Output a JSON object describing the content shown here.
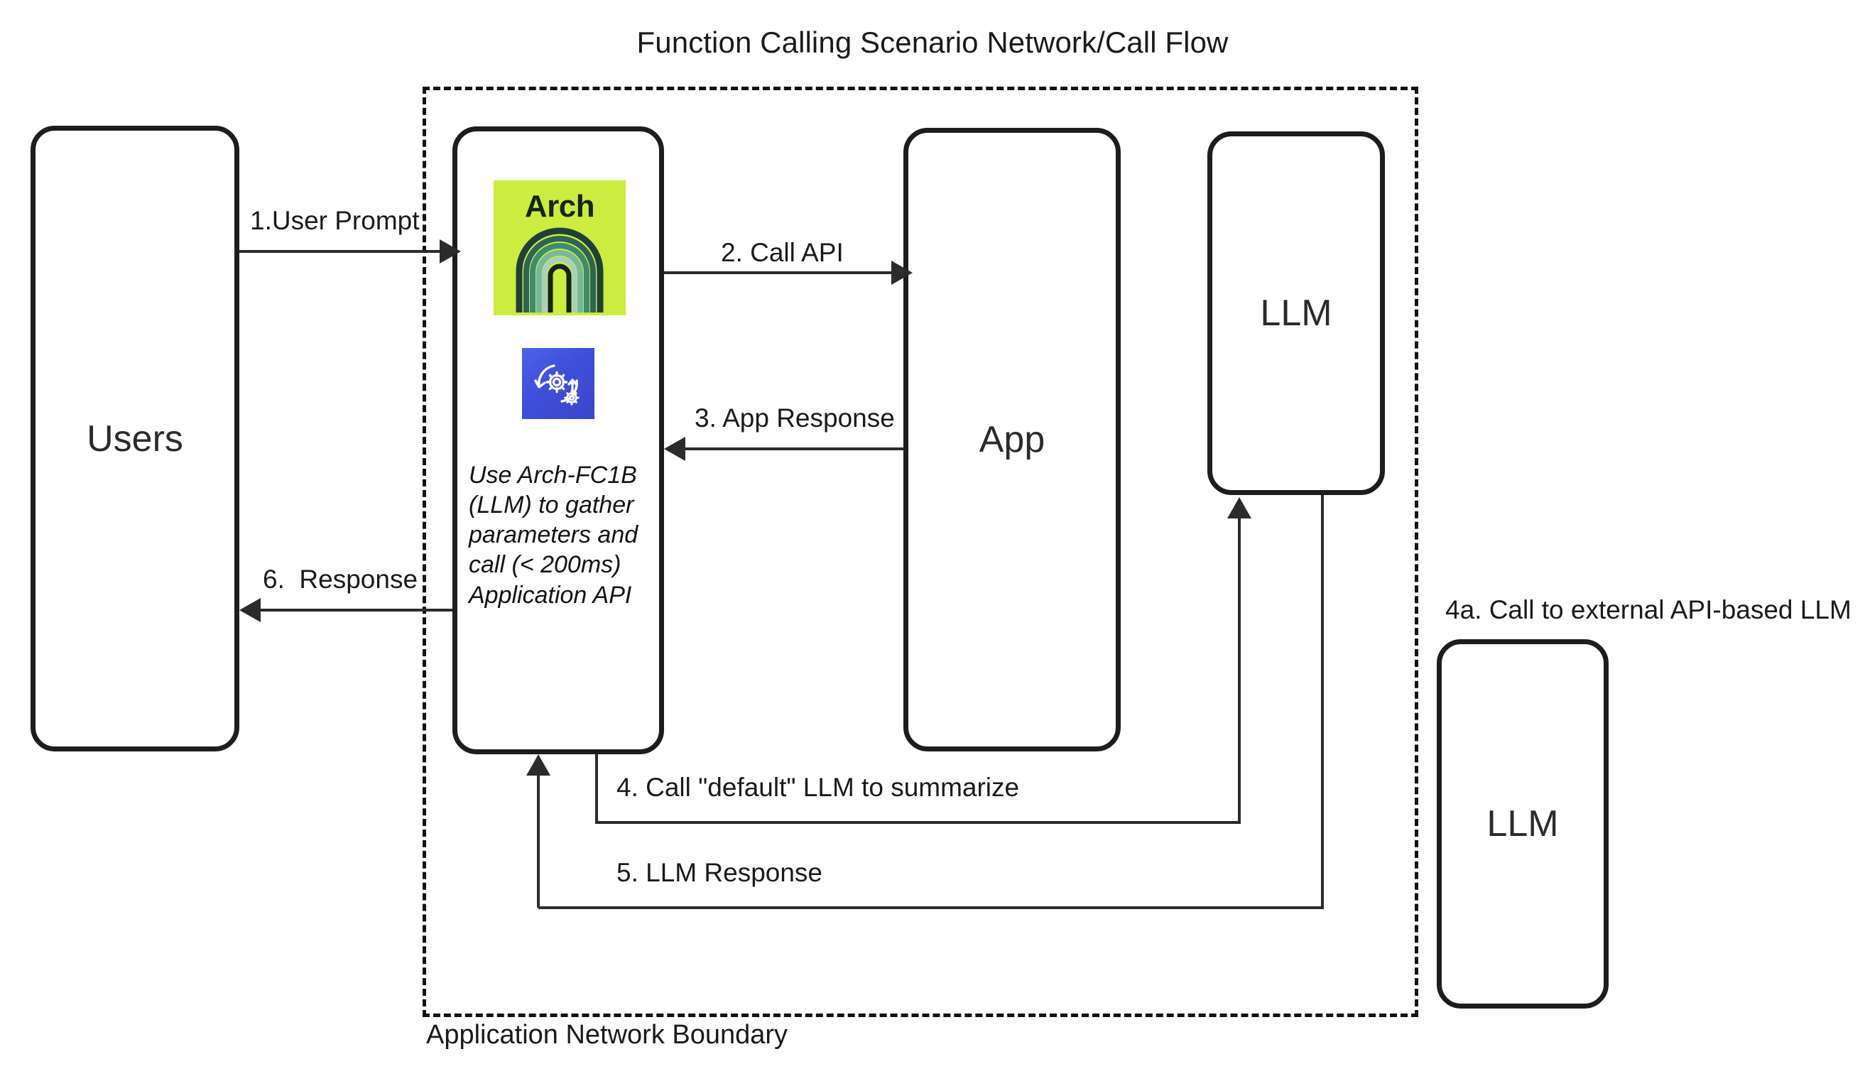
{
  "diagram": {
    "title": "Function Calling Scenario Network/Call Flow",
    "boundary_label": "Application Network Boundary"
  },
  "nodes": {
    "users": {
      "label": "Users"
    },
    "arch": {
      "logo_text": "Arch",
      "logo_icon": "arch-layered-arch-icon",
      "function_icon": "gears-refresh-icon",
      "note": "Use Arch-FC1B (LLM) to gather parameters and call (< 200ms) Application API"
    },
    "app": {
      "label": "App"
    },
    "llm_internal": {
      "label": "LLM"
    },
    "llm_external": {
      "label": "LLM",
      "caption": "4a. Call to external API-based LLM"
    }
  },
  "edges": [
    {
      "id": "1",
      "label": "1.User Prompt",
      "from": "users",
      "to": "arch"
    },
    {
      "id": "2",
      "label": "2. Call API",
      "from": "arch",
      "to": "app"
    },
    {
      "id": "3",
      "label": "3. App Response",
      "from": "app",
      "to": "arch"
    },
    {
      "id": "4",
      "label": "4. Call \"default\" LLM to summarize",
      "from": "arch",
      "to": "llm_internal"
    },
    {
      "id": "5",
      "label": "5. LLM Response",
      "from": "llm_internal",
      "to": "arch"
    },
    {
      "id": "6",
      "label": "6.  Response",
      "from": "arch",
      "to": "users"
    }
  ],
  "colors": {
    "arch_logo_background": "#ccec3f",
    "arch_logo_text": "#15251a",
    "function_icon_background": "#4252dd",
    "stroke": "#1d1d1d",
    "connector": "#2b2b2b",
    "canvas": "#ffffff"
  }
}
